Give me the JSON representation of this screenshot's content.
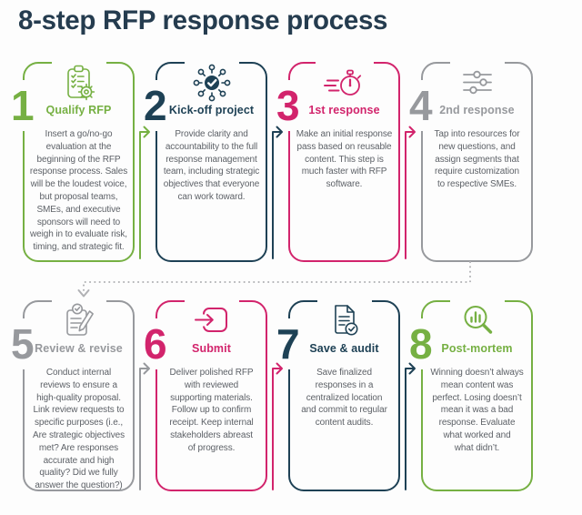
{
  "header": {
    "title": "8-step RFP response process"
  },
  "colors": {
    "green": "#76b043",
    "navy": "#1e4155",
    "pink": "#d2246c",
    "gray": "#97999d",
    "heading_text": "#253c4f",
    "body_text": "#5d6167",
    "dotted_connector": "#b0b1b4"
  },
  "steps": [
    {
      "number": "1",
      "title": "Qualify RFP",
      "accent": "green",
      "icon": "clipboard-checklist-gear-icon",
      "body": "Insert a go/no-go\nevaluation at the\nbeginning of the RFP\nresponse process. Sales\nwill be the loudest voice,\nbut proposal teams,\nSMEs, and executive\nsponsors will need to\nweigh in to evaluate risk,\ntiming, and strategic fit."
    },
    {
      "number": "2",
      "title": "Kick-off project",
      "accent": "navy",
      "icon": "network-check-icon",
      "body": "Provide clarity and\naccountability to the full\nresponse management\nteam, including strategic\nobjectives that everyone\ncan work toward."
    },
    {
      "number": "3",
      "title": "1st response",
      "accent": "pink",
      "icon": "stopwatch-speed-icon",
      "body": "Make an initial response\npass based on reusable\ncontent. This step is\nmuch faster with RFP\nsoftware."
    },
    {
      "number": "4",
      "title": "2nd response",
      "accent": "gray",
      "icon": "sliders-icon",
      "body": "Tap into resources for\nnew questions, and\nassign segments that\nrequire customization\nto respective SMEs."
    },
    {
      "number": "5",
      "title": "Review & revise",
      "accent": "gray",
      "icon": "note-pencil-check-icon",
      "body": "Conduct internal\nreviews to ensure a\nhigh-quality proposal.\nLink review requests to\nspecific purposes (i.e.,\nAre strategic objectives\nmet? Are responses\naccurate and high\nquality? Did we fully\nanswer the question?)"
    },
    {
      "number": "6",
      "title": "Submit",
      "accent": "pink",
      "icon": "box-arrow-submit-icon",
      "body": "Deliver polished RFP\nwith reviewed\nsupporting materials.\nFollow up to confirm\nreceipt. Keep internal\nstakeholders abreast\nof progress."
    },
    {
      "number": "7",
      "title": "Save & audit",
      "accent": "navy",
      "icon": "document-check-icon",
      "body": "Save finalized\nresponses in a\ncentralized location\nand commit to regular\ncontent audits."
    },
    {
      "number": "8",
      "title": "Post-mortem",
      "accent": "green",
      "icon": "magnifier-bar-chart-icon",
      "body": "Winning doesn’t always\nmean content was\nperfect. Losing doesn’t\nmean it was a bad\nresponse. Evaluate\nwhat worked and\nwhat didn’t."
    }
  ],
  "arrows": [
    {
      "from": "1",
      "to": "2",
      "color": "green",
      "style": "solid-elbow"
    },
    {
      "from": "2",
      "to": "3",
      "color": "navy",
      "style": "solid-elbow"
    },
    {
      "from": "3",
      "to": "4",
      "color": "pink",
      "style": "solid-elbow"
    },
    {
      "from": "4",
      "to": "5",
      "color": "gray",
      "style": "dotted-elbow"
    },
    {
      "from": "5",
      "to": "6",
      "color": "gray",
      "style": "solid-elbow"
    },
    {
      "from": "6",
      "to": "7",
      "color": "pink",
      "style": "solid-elbow"
    },
    {
      "from": "7",
      "to": "8",
      "color": "navy",
      "style": "solid-elbow"
    }
  ]
}
